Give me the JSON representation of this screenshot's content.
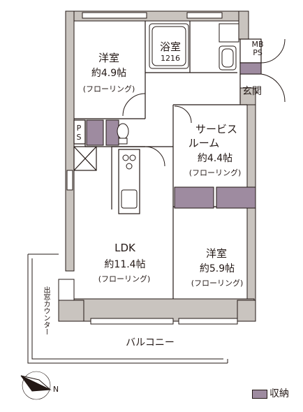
{
  "rooms": {
    "western1": {
      "name": "洋室",
      "area": "約4.9帖",
      "floor": "(フローリング)"
    },
    "bath": {
      "name": "浴室",
      "size": "1216"
    },
    "service": {
      "name1": "サービス",
      "name2": "ルーム",
      "area": "約4.4帖",
      "floor": "(フローリング)"
    },
    "ldk": {
      "name": "LDK",
      "area": "約11.4帖",
      "floor": "(フローリング)"
    },
    "western2": {
      "name": "洋室",
      "area": "約5.9帖",
      "floor": "(フローリング)"
    }
  },
  "labels": {
    "entrance": "玄関",
    "mb": "MB",
    "ps": "PS",
    "ps2_p": "P",
    "ps2_s": "S",
    "balcony": "バルコニー",
    "window_counter": "出窓カウンター",
    "north": "N"
  },
  "legend": {
    "storage_label": "収納",
    "storage_color": "#9e8ba0"
  },
  "colors": {
    "wall": "#c9c4bf",
    "line": "#231815",
    "storage": "#9e8ba0"
  }
}
